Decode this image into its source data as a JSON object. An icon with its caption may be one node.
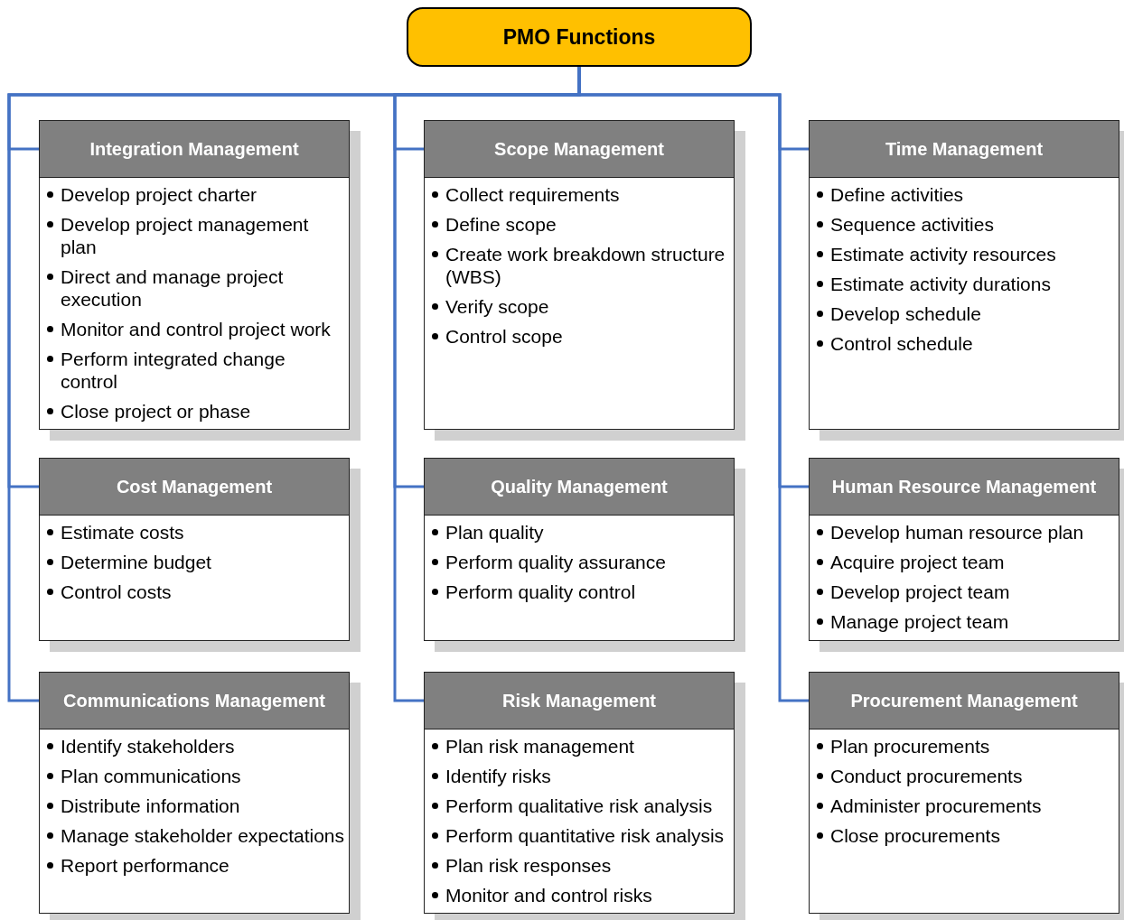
{
  "diagram": {
    "nodes": [
      {
        "text": [
          "PMO Functions"
        ]
      },
      {
        "text": [
          "Integration Management",
          "Develop project charter",
          "Develop project management plan",
          "Direct and manage project execution",
          "Monitor and control project work",
          "Perform integrated change control",
          "Close project or phase"
        ]
      },
      {
        "text": [
          "Scope Management",
          "Collect requirements",
          "Define scope",
          "Create work breakdown structure (WBS)",
          "Verify scope",
          "Control scope"
        ]
      },
      {
        "text": [
          "Time Management",
          "Define activities",
          "Sequence activities",
          "Estimate activity resources",
          "Estimate activity durations",
          "Develop schedule",
          "Control schedule"
        ]
      },
      {
        "text": [
          "Cost Management",
          "Estimate costs",
          "Determine budget",
          "Control costs"
        ]
      },
      {
        "text": [
          "Quality Management",
          "Plan quality",
          "Perform quality assurance",
          "Perform quality control"
        ]
      },
      {
        "text": [
          "Human Resource Management",
          "Develop human resource plan",
          "Acquire project team",
          "Develop project team",
          "Manage project team"
        ]
      },
      {
        "text": [
          "Communications Management",
          "Identify stakeholders",
          "Plan communications",
          "Distribute information",
          "Manage stakeholder expectations",
          "Report performance"
        ]
      },
      {
        "text": [
          "Risk Management",
          "Plan risk management",
          "Identify risks",
          "Perform qualitative risk analysis",
          "Perform quantitative risk analysis",
          "Plan risk responses",
          "Monitor and control risks"
        ]
      },
      {
        "text": [
          "Procurement Management",
          "Plan procurements",
          "Conduct procurements",
          "Administer procurements",
          "Close procurements"
        ]
      }
    ],
    "edges": [
      {
        "from": 0,
        "to": 1,
        "arrow": "none"
      },
      {
        "from": 0,
        "to": 2,
        "arrow": "none"
      },
      {
        "from": 0,
        "to": 3,
        "arrow": "none"
      },
      {
        "from": 0,
        "to": 4,
        "arrow": "none"
      },
      {
        "from": 0,
        "to": 5,
        "arrow": "none"
      },
      {
        "from": 0,
        "to": 6,
        "arrow": "none"
      },
      {
        "from": 0,
        "to": 7,
        "arrow": "none"
      },
      {
        "from": 0,
        "to": 8,
        "arrow": "none"
      },
      {
        "from": 0,
        "to": 9,
        "arrow": "none"
      }
    ]
  }
}
